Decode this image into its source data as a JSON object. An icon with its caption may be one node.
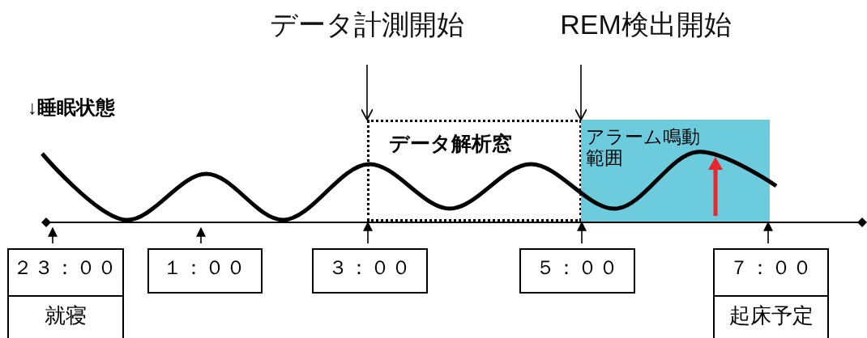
{
  "diagram": {
    "nodes": [
      {
        "text": [
          "データ計測開始"
        ]
      },
      {
        "text": [
          "REM検出開始"
        ]
      },
      {
        "text": [
          "データ解析窓"
        ]
      },
      {
        "text": [
          "アラーム鳴動範囲"
        ]
      },
      {
        "text": [
          "２３：００",
          "就寝"
        ]
      },
      {
        "text": [
          "１：００"
        ]
      },
      {
        "text": [
          "３：００"
        ]
      },
      {
        "text": [
          "５：００"
        ]
      },
      {
        "text": [
          "７：００",
          "起床予定"
        ]
      }
    ],
    "edges": [
      {
        "from": 0,
        "to": 2,
        "arrow": "to"
      },
      {
        "from": 1,
        "to": 3,
        "arrow": "to"
      },
      {
        "from": 4,
        "to": null,
        "arrow": "to"
      },
      {
        "from": 5,
        "to": null,
        "arrow": "to"
      },
      {
        "from": 6,
        "to": 2,
        "arrow": "to"
      },
      {
        "from": 7,
        "to": 3,
        "arrow": "to"
      },
      {
        "from": 8,
        "to": 3,
        "arrow": "to"
      }
    ],
    "labels": [
      "↓睡眠状態"
    ]
  }
}
